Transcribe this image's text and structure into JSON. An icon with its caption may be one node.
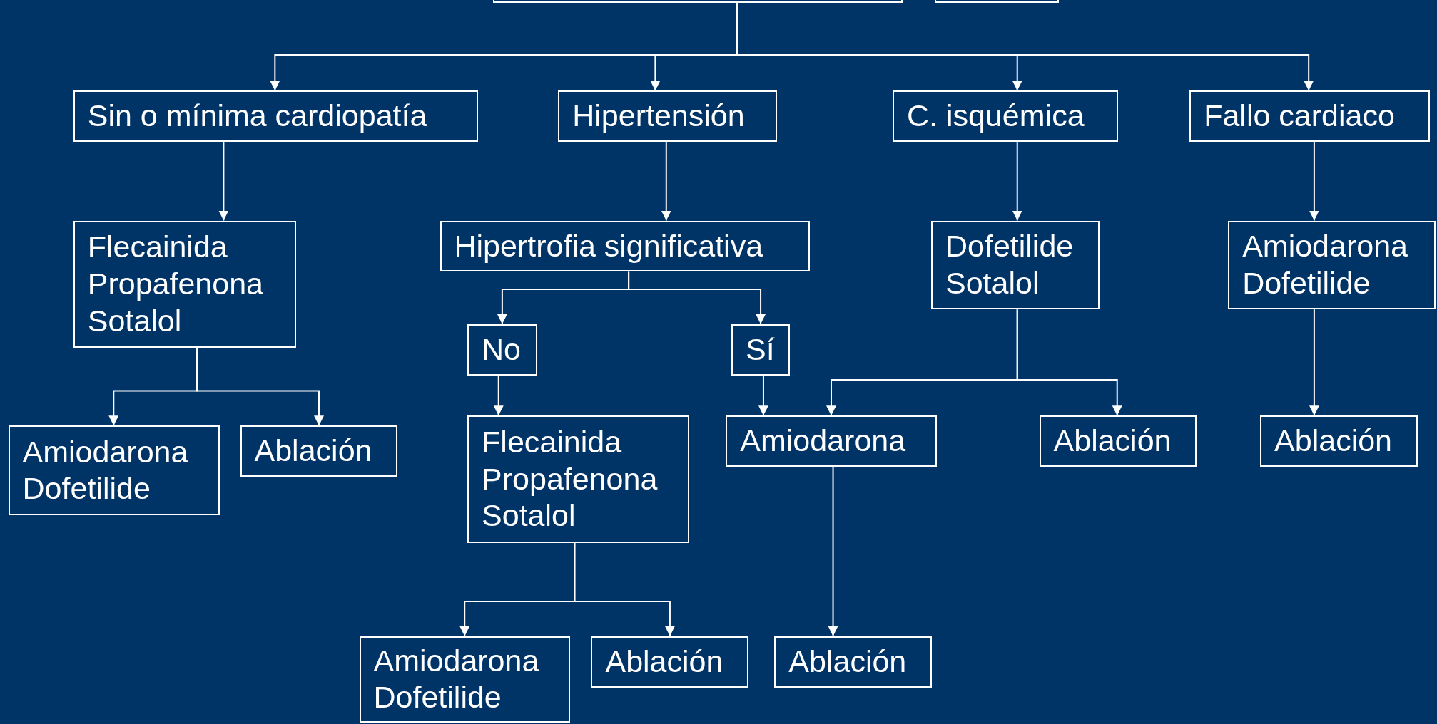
{
  "diagram": {
    "nodes": [
      {
        "text": [],
        "shape": "box"
      },
      {
        "text": [],
        "shape": "box"
      },
      {
        "text": [
          "Sin o mínima cardiopatía"
        ]
      },
      {
        "text": [
          "Hipertensión"
        ]
      },
      {
        "text": [
          "C. isquémica"
        ]
      },
      {
        "text": [
          "Fallo cardiaco"
        ]
      },
      {
        "text": [
          "Flecainida Propafenona Sotalol"
        ]
      },
      {
        "text": [
          "Hipertrofia significativa"
        ]
      },
      {
        "text": [
          "Dofetilide Sotalol"
        ]
      },
      {
        "text": [
          "Amiodarona Dofetilide"
        ]
      },
      {
        "text": [
          "No"
        ]
      },
      {
        "text": [
          "Sí"
        ]
      },
      {
        "text": [
          "Amiodarona Dofetilide"
        ]
      },
      {
        "text": [
          "Ablación"
        ]
      },
      {
        "text": [
          "Flecainida Propafenona Sotalol"
        ]
      },
      {
        "text": [
          "Amiodarona"
        ]
      },
      {
        "text": [
          "Ablación"
        ]
      },
      {
        "text": [
          "Ablación"
        ]
      },
      {
        "text": [
          "Amiodarona Dofetilide"
        ]
      },
      {
        "text": [
          "Ablación"
        ]
      },
      {
        "text": [
          "Ablación"
        ]
      }
    ],
    "edges": [
      {
        "from": 0,
        "to": 2,
        "arrow": "to"
      },
      {
        "from": 0,
        "to": 3,
        "arrow": "to"
      },
      {
        "from": 0,
        "to": 4,
        "arrow": "to"
      },
      {
        "from": 0,
        "to": 5,
        "arrow": "to"
      },
      {
        "from": 2,
        "to": 6,
        "arrow": "to"
      },
      {
        "from": 3,
        "to": 7,
        "arrow": "to"
      },
      {
        "from": 4,
        "to": 8,
        "arrow": "to"
      },
      {
        "from": 5,
        "to": 9,
        "arrow": "to"
      },
      {
        "from": 6,
        "to": 12,
        "arrow": "to"
      },
      {
        "from": 6,
        "to": 13,
        "arrow": "to"
      },
      {
        "from": 7,
        "to": 10,
        "arrow": "to"
      },
      {
        "from": 7,
        "to": 11,
        "arrow": "to"
      },
      {
        "from": 8,
        "to": 15,
        "arrow": "to"
      },
      {
        "from": 8,
        "to": 16,
        "arrow": "to"
      },
      {
        "from": 9,
        "to": 17,
        "arrow": "to"
      },
      {
        "from": 10,
        "to": 14,
        "arrow": "to"
      },
      {
        "from": 11,
        "to": 15,
        "arrow": "to"
      },
      {
        "from": 14,
        "to": 18,
        "arrow": "to"
      },
      {
        "from": 14,
        "to": 19,
        "arrow": "to"
      },
      {
        "from": 15,
        "to": 20,
        "arrow": "to"
      }
    ]
  }
}
